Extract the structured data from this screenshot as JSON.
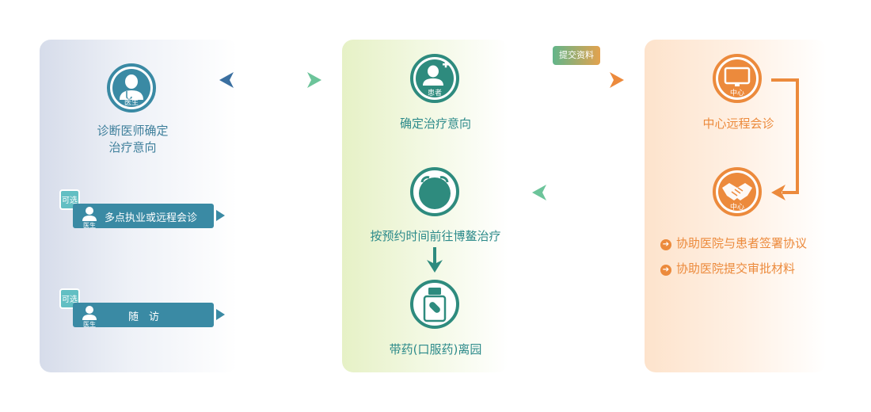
{
  "doctor": {
    "icon_caption": "医生",
    "title_line1": "诊断医师确定",
    "title_line2": "治疗意向",
    "option_tag": "可选",
    "option1_label": "多点执业或远程会诊",
    "option2_label": "随　访"
  },
  "patient": {
    "icon_caption": "患者",
    "step1": "确定治疗意向",
    "step2": "按预约时间前往博鳌治疗",
    "step3": "带药(口服药)离园"
  },
  "transfer": {
    "submit_label": "提交资料"
  },
  "center": {
    "icon_caption": "中心",
    "step1": "中心远程会诊",
    "bullets": [
      "协助医院与患者签署协议",
      "协助医院提交审批材料"
    ]
  },
  "colors": {
    "teal": "#2c8a8a",
    "blue": "#3a8aa4",
    "orange": "#ec8a3c",
    "green": "#62b58a"
  },
  "icons": [
    "doctor-icon",
    "patient-icon",
    "alarm-clock-icon",
    "medicine-bottle-icon",
    "monitor-icon",
    "handshake-icon"
  ]
}
